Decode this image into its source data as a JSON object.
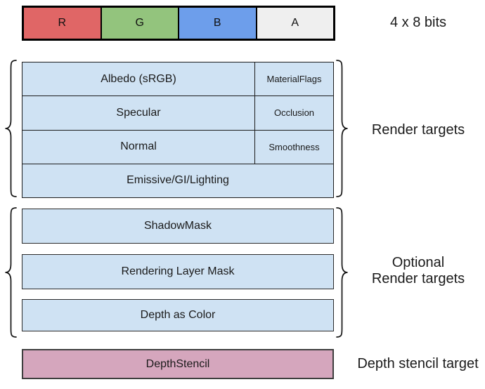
{
  "colors": {
    "red": "#e06666",
    "green": "#93c47d",
    "blue": "#6d9eeb",
    "alpha": "#efefef",
    "lightblue": "#cfe2f3",
    "pink": "#d5a6bd"
  },
  "channel_bar": {
    "cells": [
      "R",
      "G",
      "B",
      "A"
    ],
    "caption": "4 x 8 bits"
  },
  "render_targets": {
    "label": "Render targets",
    "rows": [
      {
        "main": "Albedo (sRGB)",
        "alpha": "MaterialFlags"
      },
      {
        "main": "Specular",
        "alpha": "Occlusion"
      },
      {
        "main": "Normal",
        "alpha": "Smoothness"
      },
      {
        "main": "Emissive/GI/Lighting"
      }
    ]
  },
  "optional_render_targets": {
    "label_line1": "Optional",
    "label_line2": "Render targets",
    "rows": [
      "ShadowMask",
      "Rendering Layer Mask",
      "Depth as Color"
    ]
  },
  "depth_stencil": {
    "box_label": "DepthStencil",
    "side_label": "Depth stencil target"
  }
}
